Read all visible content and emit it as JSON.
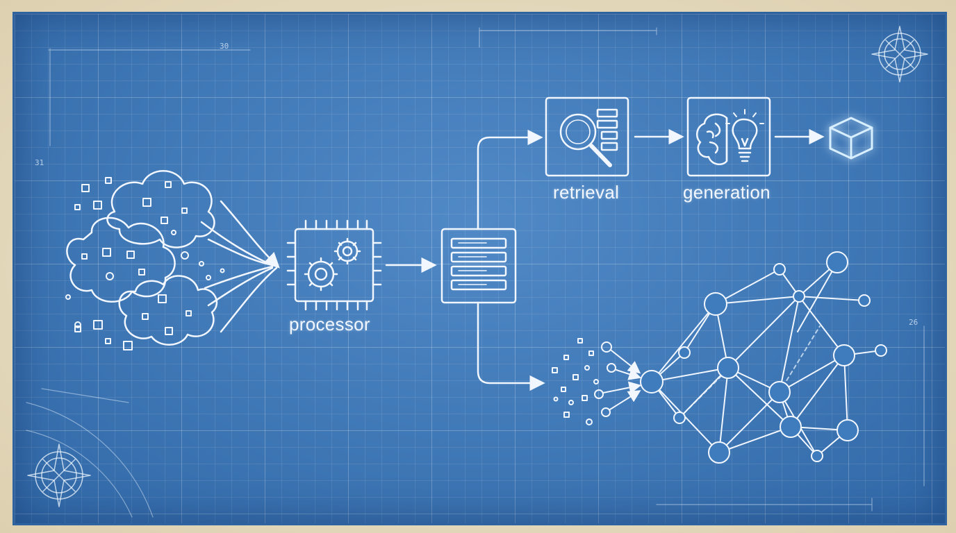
{
  "labels": {
    "processor": "processor",
    "retrieval": "retrieval",
    "generation": "generation"
  },
  "annotations": {
    "top_dim": "30",
    "left_dim": "31",
    "right_dim": "26"
  },
  "colors": {
    "blueprint": "#3b78b8",
    "line": "#f2f7ff",
    "paper": "#e9dfc7",
    "glow": "#bfe3ff"
  },
  "icons": {
    "data_clouds": "data-clouds-icon",
    "processor": "processor-chip-gears-icon",
    "index": "index-stack-icon",
    "retrieval": "magnifier-list-icon",
    "generation": "brain-lightbulb-icon",
    "output": "glowing-cube-icon",
    "embeddings": "scattered-dots-icon",
    "network": "knowledge-graph-icon",
    "compass": "compass-rose-icon"
  }
}
